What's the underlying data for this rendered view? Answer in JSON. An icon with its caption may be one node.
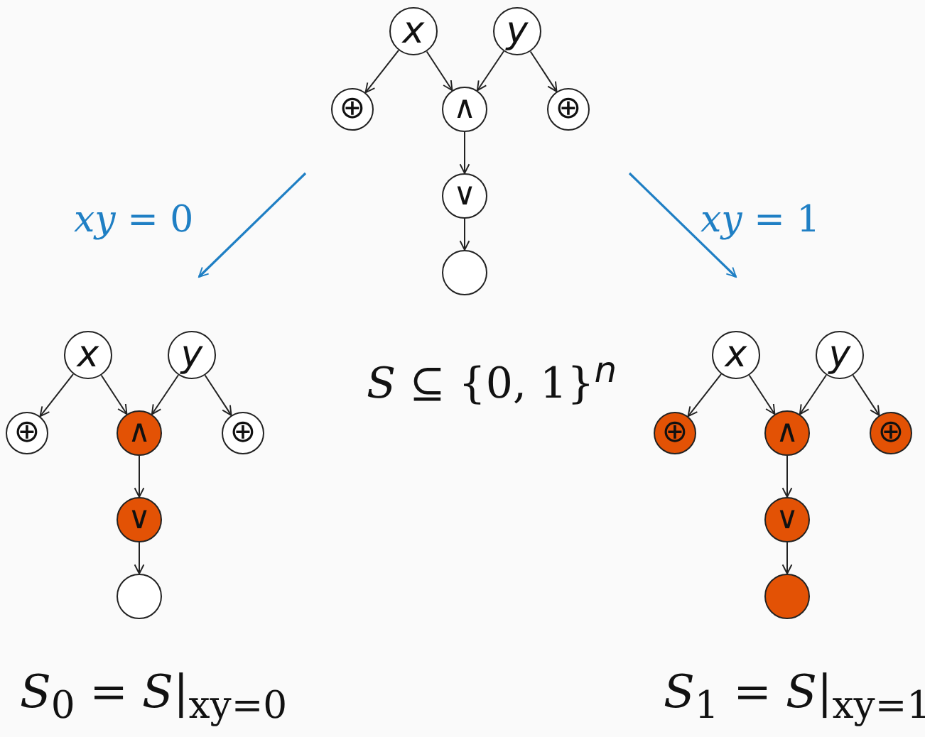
{
  "diagram": {
    "nodes": [
      {
        "text": [
          "x"
        ]
      },
      {
        "text": [
          "y"
        ]
      },
      {
        "text": [
          "⊕"
        ]
      },
      {
        "text": [
          "∧"
        ]
      },
      {
        "text": [
          "⊕"
        ]
      },
      {
        "text": [
          "∨"
        ]
      },
      {
        "text": [],
        "shape": "circle"
      },
      {
        "text": [
          "x"
        ]
      },
      {
        "text": [
          "y"
        ]
      },
      {
        "text": [
          "⊕"
        ]
      },
      {
        "text": [
          "∧"
        ]
      },
      {
        "text": [
          "⊕"
        ]
      },
      {
        "text": [
          "∨"
        ]
      },
      {
        "text": [],
        "shape": "circle"
      },
      {
        "text": [
          "x"
        ]
      },
      {
        "text": [
          "y"
        ]
      },
      {
        "text": [
          "⊕"
        ]
      },
      {
        "text": [
          "∧"
        ]
      },
      {
        "text": [
          "⊕"
        ]
      },
      {
        "text": [
          "∨"
        ]
      },
      {
        "text": [],
        "shape": "circle"
      }
    ],
    "edges": [
      {
        "from": 0,
        "to": 2,
        "arrow": "to"
      },
      {
        "from": 0,
        "to": 3,
        "arrow": "to"
      },
      {
        "from": 1,
        "to": 3,
        "arrow": "to"
      },
      {
        "from": 1,
        "to": 4,
        "arrow": "to"
      },
      {
        "from": 3,
        "to": 5,
        "arrow": "to"
      },
      {
        "from": 5,
        "to": 6,
        "arrow": "to"
      },
      {
        "from": 7,
        "to": 9,
        "arrow": "to"
      },
      {
        "from": 7,
        "to": 10,
        "arrow": "to"
      },
      {
        "from": 8,
        "to": 10,
        "arrow": "to"
      },
      {
        "from": 8,
        "to": 11,
        "arrow": "to"
      },
      {
        "from": 10,
        "to": 12,
        "arrow": "to"
      },
      {
        "from": 12,
        "to": 13,
        "arrow": "to"
      },
      {
        "from": 14,
        "to": 16,
        "arrow": "to"
      },
      {
        "from": 14,
        "to": 17,
        "arrow": "to"
      },
      {
        "from": 15,
        "to": 17,
        "arrow": "to"
      },
      {
        "from": 15,
        "to": 18,
        "arrow": "to"
      },
      {
        "from": 17,
        "to": 19,
        "arrow": "to"
      },
      {
        "from": 19,
        "to": 20,
        "arrow": "to"
      }
    ],
    "labels": [
      "*xy* = 0",
      "*xy* = 1",
      "*S* ⊆ {0, 1}$^{n}$",
      "*S*$_{0}$ = *S*|$_{xy=0}$",
      "*S*$_{1}$ = *S*|$_{xy=1}$"
    ]
  }
}
